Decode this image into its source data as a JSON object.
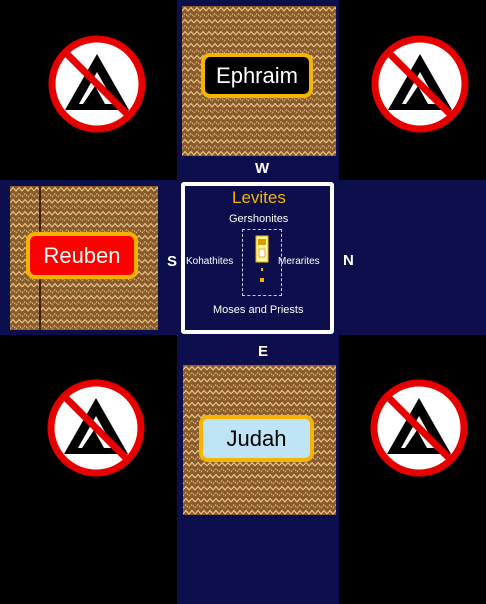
{
  "tribes": {
    "west": {
      "name": "Ephraim",
      "label_bg": "#000000",
      "label_color": "#ffffff"
    },
    "south": {
      "name": "Reuben",
      "label_bg": "#ff0000",
      "label_color": "#ffffff"
    },
    "east": {
      "name": "Judah",
      "label_bg": "#bfe4f5",
      "label_color": "#000000"
    }
  },
  "center": {
    "title": "Levites",
    "title_color": "#f5b400",
    "north_clan": "Gershonites",
    "west_clan": "Kohathites",
    "east_clan": "Merarites",
    "south_clan": "Moses and Priests"
  },
  "directions": {
    "west": "W",
    "east": "E",
    "south": "S",
    "north": "N"
  },
  "icons": {
    "empty_corner": "no-camping-icon"
  },
  "colors": {
    "border": "#f5b400",
    "ground": "#0d0f4c",
    "tent": "#8b5a2b",
    "prohibit": "#e60000"
  }
}
